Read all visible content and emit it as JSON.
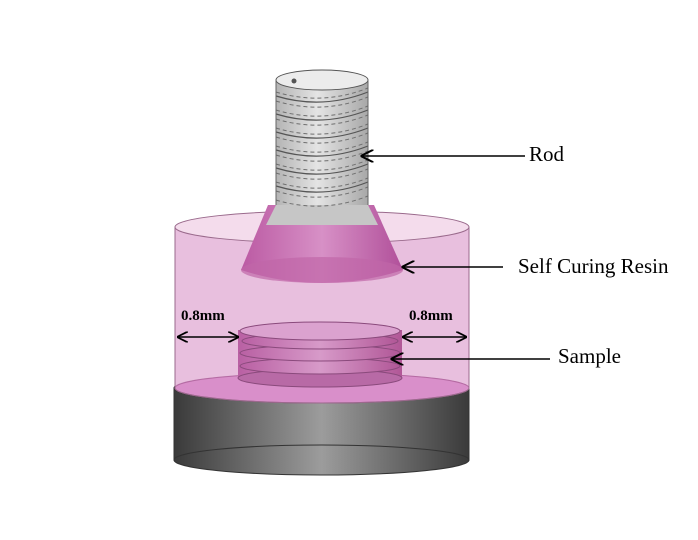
{
  "labels": {
    "rod": "Rod",
    "resin": "Self Curing Resin",
    "sample": "Sample",
    "gap_left": "0.8mm",
    "gap_right": "0.8mm"
  },
  "colors": {
    "resin_pink": "#e6b7da",
    "resin_dark": "#c86bb0",
    "rod_gray": "#c8c8c8",
    "base_dark": "#4a4a4a",
    "base_light": "#9a9a9a"
  }
}
